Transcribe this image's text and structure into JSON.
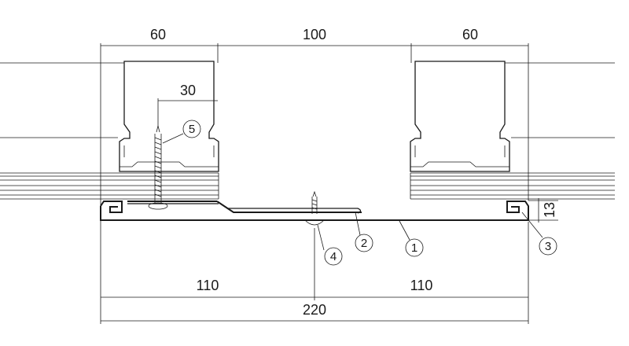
{
  "dimensions": {
    "top_left": "60",
    "top_middle": "100",
    "top_right": "60",
    "screw_offset": "30",
    "bottom_left_half": "110",
    "bottom_right_half": "110",
    "bottom_total": "220",
    "side_height": "13"
  },
  "callouts": {
    "c1": "1",
    "c2": "2",
    "c3": "3",
    "c4": "4",
    "c5": "5"
  }
}
